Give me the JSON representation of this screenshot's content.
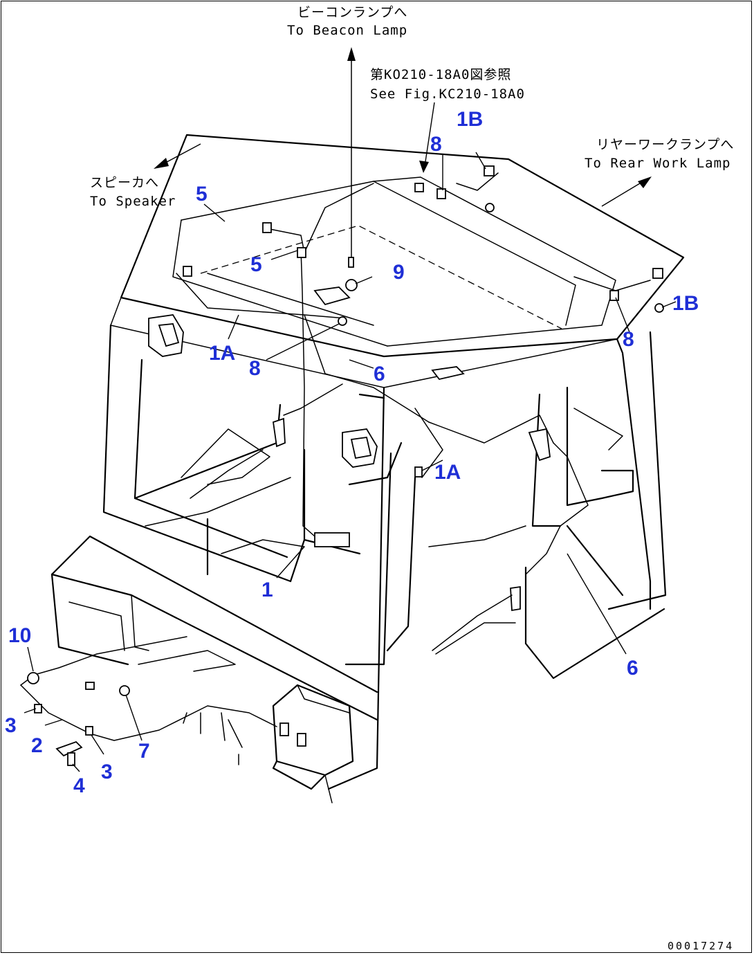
{
  "captions": {
    "beacon_jp": "ビーコンランプへ",
    "beacon_en": "To Beacon Lamp",
    "see_fig_jp": "第KO210-18A0図参照",
    "see_fig_en": "See Fig.KC210-18A0",
    "speaker_jp": "スピーカへ",
    "speaker_en": "To Speaker",
    "rear_jp": "リヤーワークランプへ",
    "rear_en": "To Rear Work Lamp"
  },
  "callouts": {
    "c1": "1",
    "c1a_left": "1A",
    "c1a_center": "1A",
    "c1b_top": "1B",
    "c1b_right": "1B",
    "c2": "2",
    "c3_left": "3",
    "c3_bottom": "3",
    "c4": "4",
    "c5_top": "5",
    "c5_center": "5",
    "c6_top": "6",
    "c6_bottom": "6",
    "c7": "7",
    "c8_top": "8",
    "c8_left": "8",
    "c8_right": "8",
    "c9": "9",
    "c10": "10"
  },
  "drawing_code": "00017274",
  "colors": {
    "callout": "#1f2fd6",
    "line": "#000000",
    "background": "#ffffff"
  }
}
